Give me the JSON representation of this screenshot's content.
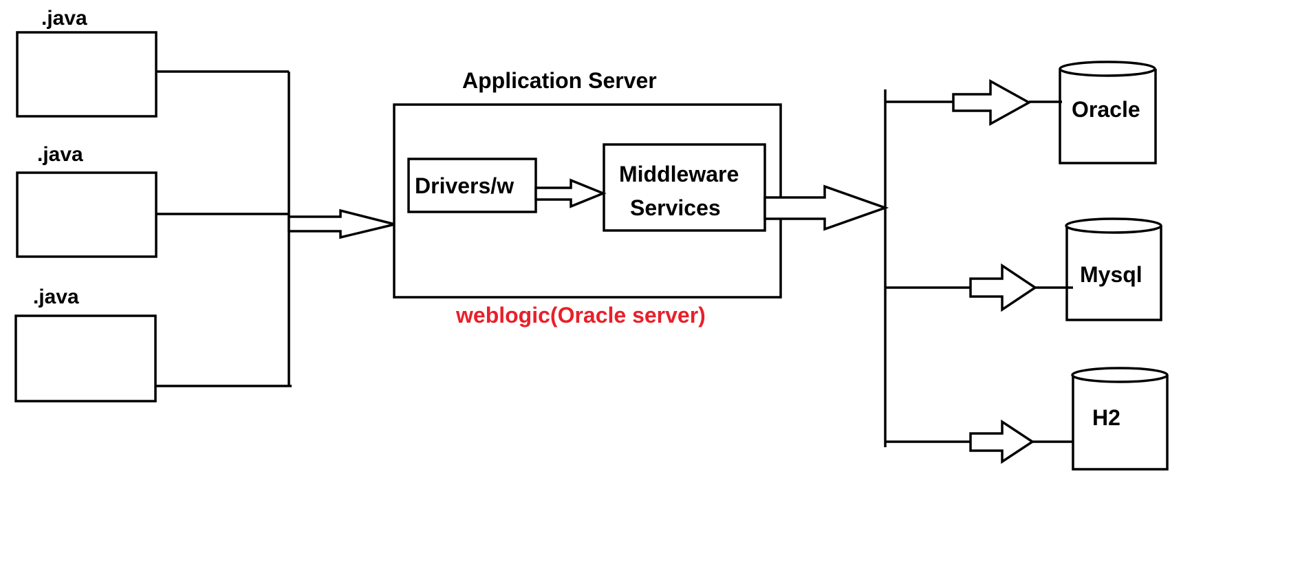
{
  "diagram": {
    "client_label_1": ".java",
    "client_label_2": ".java",
    "client_label_3": ".java",
    "server_title": "Application Server",
    "server_caption": "weblogic(Oracle server)",
    "drivers_label": "Drivers/w",
    "middleware_line1": "Middleware",
    "middleware_line2": "Services",
    "db_oracle": "Oracle",
    "db_mysql": "Mysql",
    "db_h2": "H2"
  },
  "colors": {
    "stroke": "#000000",
    "caption": "#e8202a",
    "background": "#ffffff"
  }
}
